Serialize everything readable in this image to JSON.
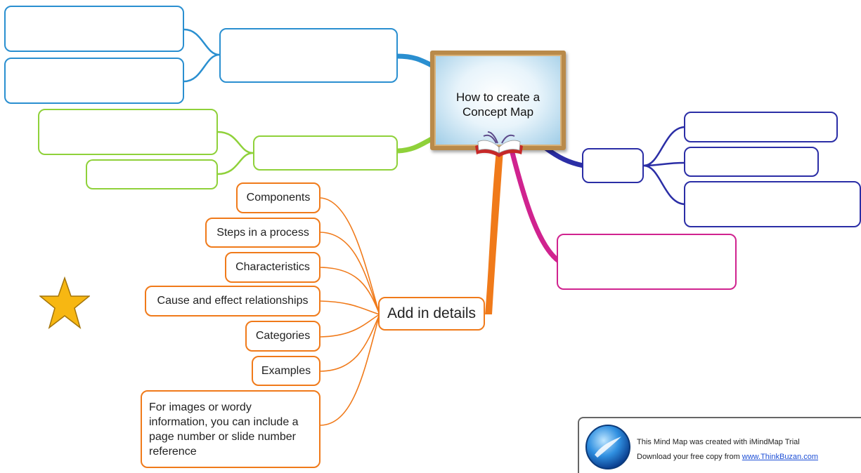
{
  "central": {
    "title_line1": "How to create a",
    "title_line2": "Concept Map"
  },
  "details_branch": {
    "label": "Add in details",
    "items": [
      "Components",
      "Steps in a process",
      "Characteristics",
      "Cause and effect relationships",
      "Categories",
      "Examples"
    ],
    "note_lines": [
      "For images or wordy",
      "information, you can include a",
      "page number or slide number",
      "reference"
    ]
  },
  "colors": {
    "blue": "#2a8fd0",
    "green": "#8fd13a",
    "navy": "#2b2ea6",
    "pink": "#d0238f",
    "orange": "#f07a1a",
    "star": "#f7b712",
    "frame": "#b98a4a"
  },
  "watermark": {
    "line1": "This Mind Map was created with iMindMap Trial",
    "line2_prefix": "Download your free copy from ",
    "link": "www.ThinkBuzan.com"
  },
  "icons": [
    "open-book-icon",
    "star-icon",
    "imindmap-logo-icon"
  ]
}
